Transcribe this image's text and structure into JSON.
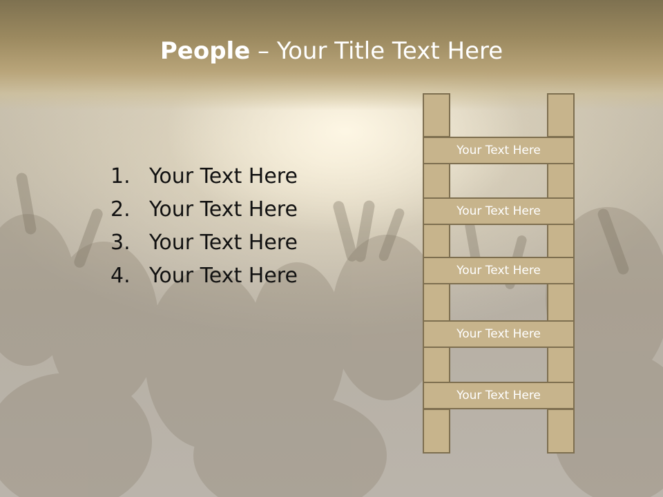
{
  "slide": {
    "title_bold": "People",
    "title_rest": " – Your Title Text Here"
  },
  "list": {
    "items": [
      {
        "number": "1.",
        "text": "Your Text Here"
      },
      {
        "number": "2.",
        "text": "Your Text Here"
      },
      {
        "number": "3.",
        "text": "Your Text Here"
      },
      {
        "number": "4.",
        "text": "Your Text Here"
      }
    ]
  },
  "ladder": {
    "rungs": [
      {
        "label": "Your Text Here"
      },
      {
        "label": "Your Text Here"
      },
      {
        "label": "Your Text Here"
      },
      {
        "label": "Your Text Here"
      },
      {
        "label": "Your Text Here"
      }
    ]
  },
  "colors": {
    "ladder_fill": "#c7b48c",
    "ladder_border": "#7d6e4f",
    "title_band": "#9c8a60"
  }
}
